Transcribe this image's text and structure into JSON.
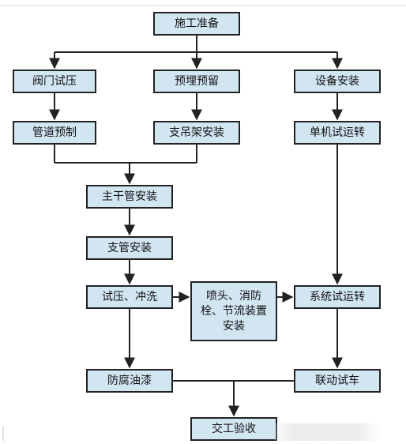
{
  "colors": {
    "box_fill": "#d2e6f2",
    "box_border": "#222222",
    "line": "#222222",
    "text": "#111111"
  },
  "flowchart": {
    "nodes": {
      "construction_prep": "施工准备",
      "valve_pressure_test": "阀门试压",
      "embedded_reservation": "预埋预留",
      "equipment_install": "设备安装",
      "pipe_prefab": "管道预制",
      "support_hanger_install": "支吊架安装",
      "single_machine_test": "单机试运转",
      "main_pipe_install": "主干管安装",
      "branch_pipe_install": "支管安装",
      "pressure_test_flush": "试压、冲洗",
      "sprinkler_hydrant_install": "喷头、消防栓、节流装置安装",
      "system_test_run": "系统试运转",
      "anticorrosion_paint": "防腐油漆",
      "linked_test_run": "联动试车",
      "handover_acceptance": "交工验收"
    }
  }
}
